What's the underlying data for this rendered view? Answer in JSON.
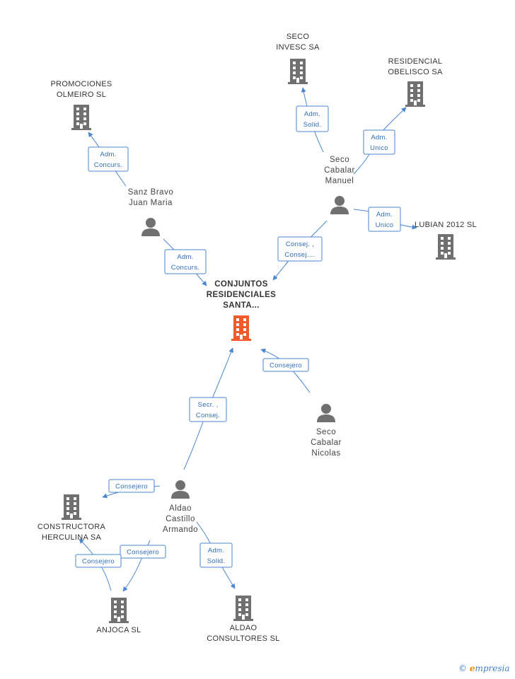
{
  "center": {
    "label_lines": [
      "CONJUNTOS",
      "RESIDENCIALES",
      "SANTA..."
    ],
    "color": "#f05a28"
  },
  "companies": [
    {
      "id": "seco-invesc",
      "label_lines": [
        "SECO",
        "INVESC SA"
      ]
    },
    {
      "id": "residencial-obelisco",
      "label_lines": [
        "RESIDENCIAL",
        "OBELISCO SA"
      ]
    },
    {
      "id": "promociones-olmeiro",
      "label_lines": [
        "PROMOCIONES",
        "OLMEIRO SL"
      ]
    },
    {
      "id": "lubian-2012",
      "label_lines": [
        "LUBIAN 2012 SL"
      ]
    },
    {
      "id": "constructora-herculina",
      "label_lines": [
        "CONSTRUCTORA",
        "HERCULINA SA"
      ]
    },
    {
      "id": "anjoca",
      "label_lines": [
        "ANJOCA SL"
      ]
    },
    {
      "id": "aldao-consultores",
      "label_lines": [
        "ALDAO",
        "CONSULTORES SL"
      ]
    }
  ],
  "persons": [
    {
      "id": "seco-cabalar-manuel",
      "label_lines": [
        "Seco",
        "Cabalar",
        "Manuel"
      ]
    },
    {
      "id": "sanz-bravo-juan-maria",
      "label_lines": [
        "Sanz Bravo",
        "Juan Maria"
      ]
    },
    {
      "id": "seco-cabalar-nicolas",
      "label_lines": [
        "Seco",
        "Cabalar",
        "Nicolas"
      ]
    },
    {
      "id": "aldao-castillo-armando",
      "label_lines": [
        "Aldao",
        "Castillo",
        "Armando"
      ]
    }
  ],
  "edges": [
    {
      "id": "manuel-seco-invesc",
      "label_lines": [
        "Adm.",
        "Solid."
      ]
    },
    {
      "id": "manuel-obelisco",
      "label_lines": [
        "Adm.",
        "Unico"
      ]
    },
    {
      "id": "manuel-lubian",
      "label_lines": [
        "Adm.",
        "Unico"
      ]
    },
    {
      "id": "manuel-center",
      "label_lines": [
        "Consej. ,",
        "Consej...."
      ]
    },
    {
      "id": "sanz-olmeiro",
      "label_lines": [
        "Adm.",
        "Concurs."
      ]
    },
    {
      "id": "sanz-center",
      "label_lines": [
        "Adm.",
        "Concurs."
      ]
    },
    {
      "id": "nicolas-center",
      "label_lines": [
        "Consejero"
      ]
    },
    {
      "id": "aldao-center",
      "label_lines": [
        "Secr. ,",
        "Consej."
      ]
    },
    {
      "id": "aldao-herculina",
      "label_lines": [
        "Consejero"
      ]
    },
    {
      "id": "aldao-anjoca",
      "label_lines": [
        "Consejero"
      ]
    },
    {
      "id": "aldao-consultores",
      "label_lines": [
        "Adm.",
        "Solid."
      ]
    },
    {
      "id": "anjoca-herculina",
      "label_lines": [
        "Consejero"
      ]
    }
  ],
  "colors": {
    "edge": "#4a86cf",
    "building": "#707070",
    "person": "#707070",
    "center_building": "#f05a28"
  },
  "brand": {
    "copyright": "©",
    "name_initial": "e",
    "name_rest": "mpresia"
  }
}
